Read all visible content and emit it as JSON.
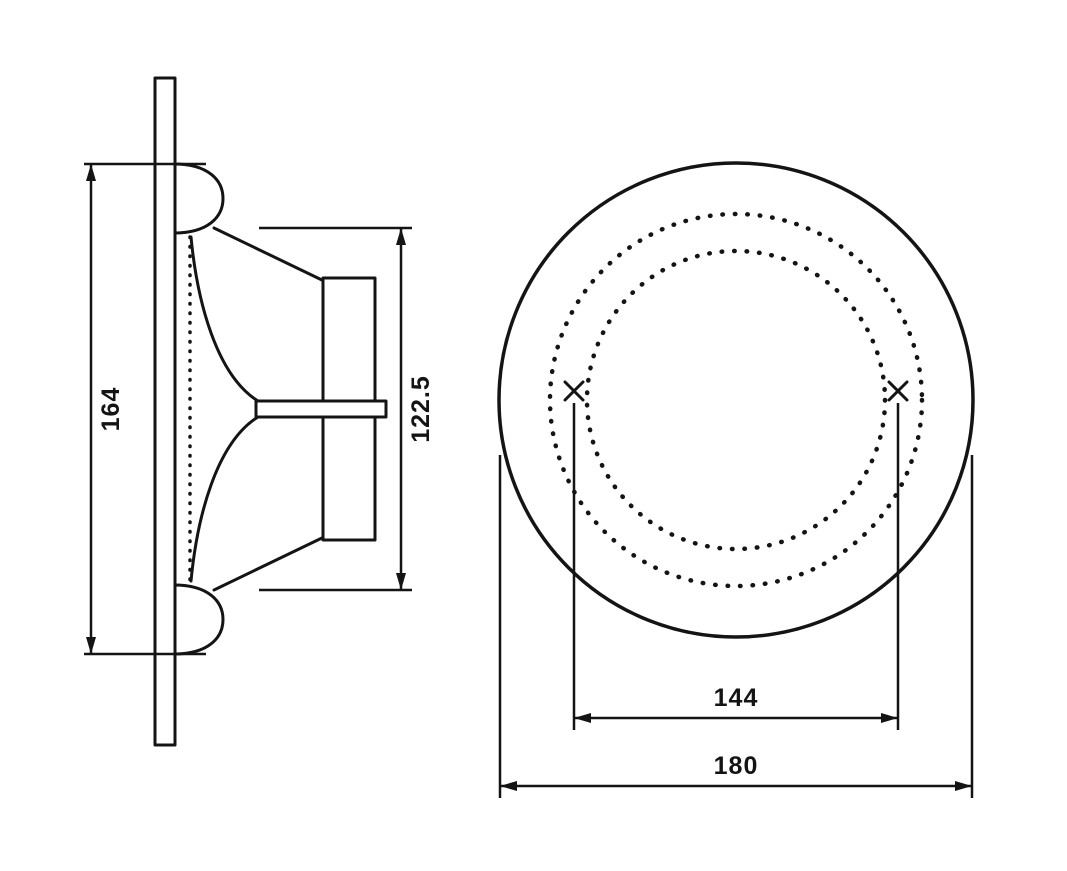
{
  "colors": {
    "line": "#141414",
    "background": "#ffffff"
  },
  "side_view": {
    "overall_height": "164",
    "inner_height": "122.5"
  },
  "front_view": {
    "hole_spacing": "144",
    "outer_diameter": "180"
  }
}
